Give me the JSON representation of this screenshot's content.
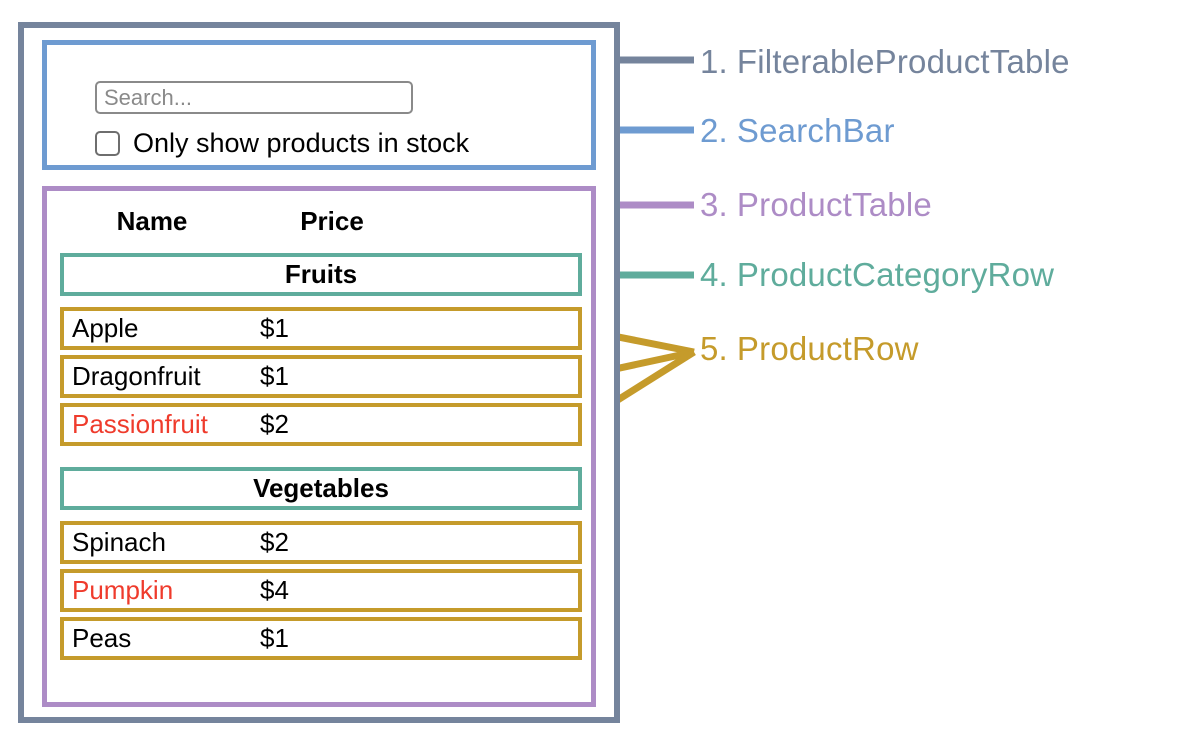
{
  "colors": {
    "outer": "#75849c",
    "search": "#6e9bd1",
    "table": "#ad8cc6",
    "category": "#5fac9c",
    "row": "#c59b2b",
    "out_of_stock_text": "#ef3b2c",
    "input_border": "#8a8a8a",
    "text": "#000000",
    "placeholder": "#8a8a8a",
    "background": "#ffffff"
  },
  "search_bar": {
    "input_value": "",
    "input_placeholder": "Search...",
    "checkbox_checked": false,
    "checkbox_label": "Only show products in stock"
  },
  "product_table": {
    "columns": [
      "Name",
      "Price"
    ],
    "groups": [
      {
        "category": "Fruits",
        "products": [
          {
            "name": "Apple",
            "price": "$1",
            "in_stock": true
          },
          {
            "name": "Dragonfruit",
            "price": "$1",
            "in_stock": true
          },
          {
            "name": "Passionfruit",
            "price": "$2",
            "in_stock": false
          }
        ]
      },
      {
        "category": "Vegetables",
        "products": [
          {
            "name": "Spinach",
            "price": "$2",
            "in_stock": true
          },
          {
            "name": "Pumpkin",
            "price": "$4",
            "in_stock": false
          },
          {
            "name": "Peas",
            "price": "$1",
            "in_stock": true
          }
        ]
      }
    ]
  },
  "legend": [
    {
      "number": "1.",
      "label": "FilterableProductTable",
      "color": "#75849c"
    },
    {
      "number": "2.",
      "label": "SearchBar",
      "color": "#6e9bd1"
    },
    {
      "number": "3.",
      "label": "ProductTable",
      "color": "#ad8cc6"
    },
    {
      "number": "4.",
      "label": "ProductCategoryRow",
      "color": "#5fac9c"
    },
    {
      "number": "5.",
      "label": "ProductRow",
      "color": "#c59b2b"
    }
  ]
}
